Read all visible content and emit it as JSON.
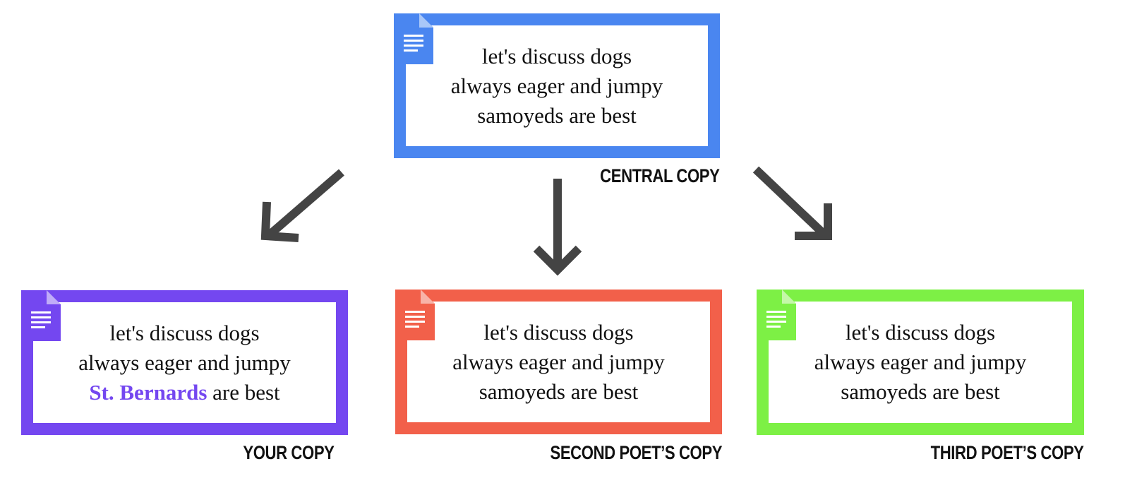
{
  "poem_lines": [
    "let's discuss dogs",
    "always eager and jumpy",
    "samoyeds are best"
  ],
  "docs": {
    "central": {
      "color": "#4A86F0",
      "caption": "CENTRAL COPY",
      "line1": "let's discuss dogs",
      "line2": "always eager and jumpy",
      "line3": "samoyeds are best"
    },
    "yours": {
      "color": "#7447F0",
      "caption": "YOUR COPY",
      "line1": "let's discuss dogs",
      "line2": "always eager and jumpy",
      "line3_highlight": "St. Bernards",
      "line3_rest": " are best"
    },
    "second": {
      "color": "#F2604A",
      "caption": "SECOND POET’S COPY",
      "line1": "let's discuss dogs",
      "line2": "always eager and jumpy",
      "line3": "samoyeds are best"
    },
    "third": {
      "color": "#7DF045",
      "caption": "THIRD POET’S COPY",
      "line1": "let's discuss dogs",
      "line2": "always eager and jumpy",
      "line3": "samoyeds are best"
    }
  },
  "icons": [
    "google-doc-icon",
    "arrow-down-left-icon",
    "arrow-down-icon",
    "arrow-down-right-icon"
  ],
  "arrow_color": "#444444"
}
